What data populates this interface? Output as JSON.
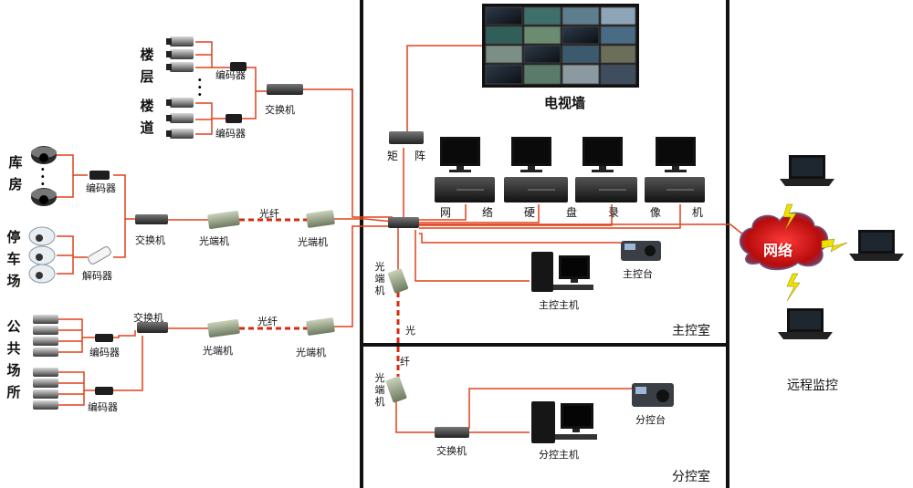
{
  "left": {
    "floor_label": [
      "楼",
      "层"
    ],
    "corridor_label": [
      "楼",
      "道"
    ],
    "warehouse_label": [
      "库",
      "房"
    ],
    "parking_label": [
      "停",
      "车",
      "场"
    ],
    "public_label": [
      "公",
      "共",
      "场",
      "所"
    ]
  },
  "devices": {
    "encoder": "编码器",
    "decoder": "解码器",
    "switch": "交换机",
    "optical_transceiver": "光端机",
    "fiber": "光纤",
    "matrix": [
      "矩",
      "阵"
    ],
    "tv_wall": "电视墙",
    "dvr_label": [
      "网",
      "络",
      "硬",
      "盘",
      "录",
      "像",
      "机"
    ],
    "main_host": "主控主机",
    "main_console": "主控台",
    "sub_host": "分控主机",
    "sub_console": "分控台",
    "optical_vertical": [
      "光",
      "端",
      "机"
    ],
    "fiber_vertical_1": "光",
    "fiber_vertical_2": "纤"
  },
  "rooms": {
    "main": "主控室",
    "sub": "分控室",
    "remote": "远程监控"
  },
  "network": "网络",
  "colors": {
    "cable": "#e0401a",
    "fiber": "#d42a10",
    "wall": "#111111",
    "cloud": "#c81414"
  }
}
